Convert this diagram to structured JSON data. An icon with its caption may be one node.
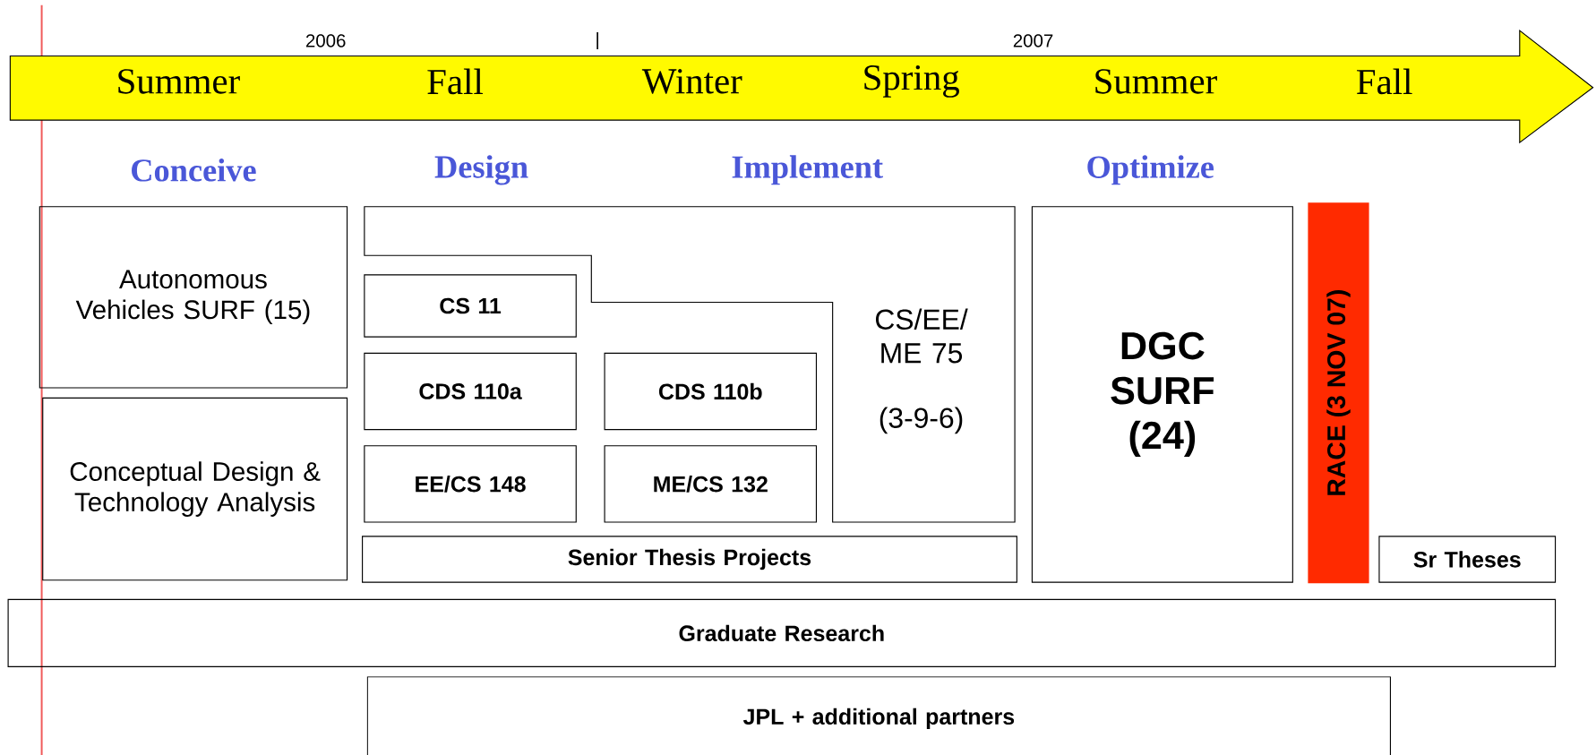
{
  "diagram": {
    "nodes": [
      {
        "text": [
          "Summer",
          "Fall",
          "Winter",
          "Spring",
          "Summer",
          "Fall"
        ]
      },
      {
        "text": [
          "Autonomous Vehicles SURF (15)"
        ]
      },
      {
        "text": [
          "Conceptual Design & Technology Analysis"
        ]
      },
      {
        "text": [
          "CS/EE/ ME 75",
          "(3-9-6)"
        ]
      },
      {
        "text": [
          "CS 11"
        ]
      },
      {
        "text": [
          "CDS 110a"
        ]
      },
      {
        "text": [
          "CDS 110b"
        ]
      },
      {
        "text": [
          "EE/CS 148"
        ]
      },
      {
        "text": [
          "ME/CS 132"
        ]
      },
      {
        "text": [
          "Senior Thesis Projects"
        ]
      },
      {
        "text": [
          "DGC SURF (24)"
        ]
      },
      {
        "text": [
          "RACE (3 NOV 07)"
        ]
      },
      {
        "text": [
          "Sr Theses"
        ]
      },
      {
        "text": [
          "Graduate Research"
        ]
      },
      {
        "text": [
          "JPL + additional partners"
        ]
      }
    ],
    "labels": [
      "2006",
      "|",
      "2007",
      "Conceive",
      "Design",
      "Implement",
      "Optimize"
    ]
  }
}
